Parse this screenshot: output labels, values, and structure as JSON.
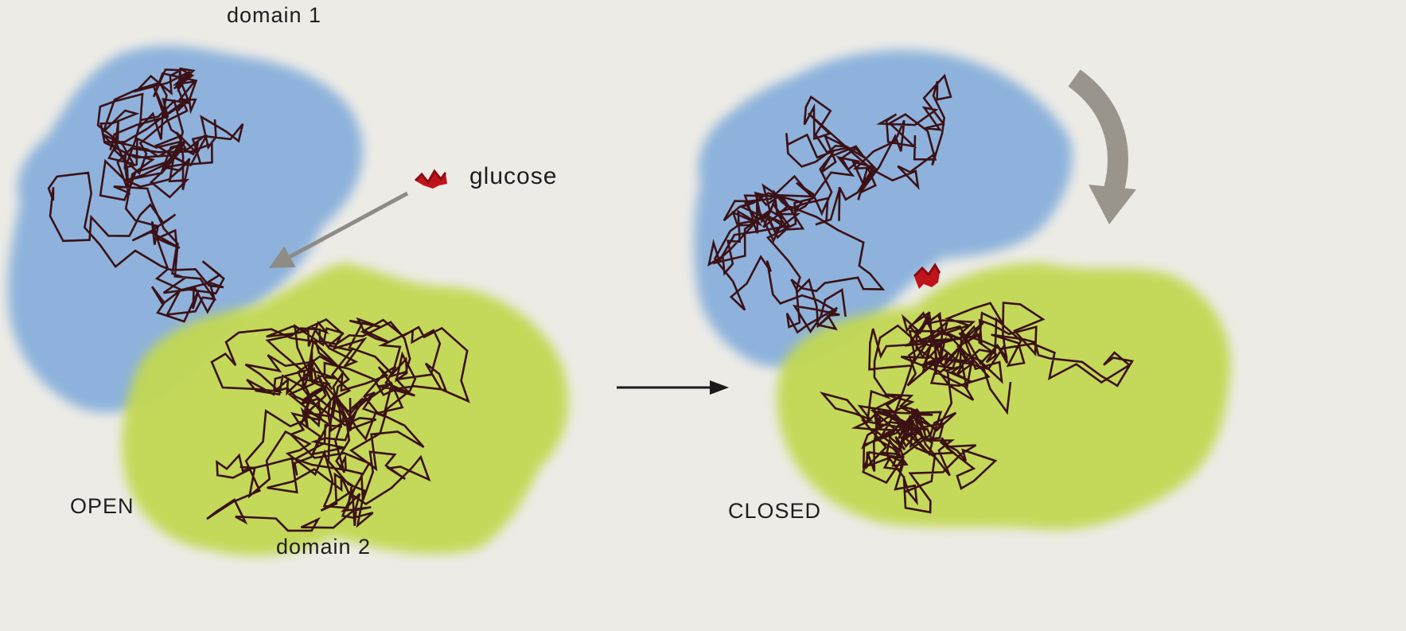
{
  "labels": {
    "domain1": "domain 1",
    "domain2": "domain 2",
    "glucose": "glucose",
    "open": "OPEN",
    "closed": "CLOSED"
  },
  "colors": {
    "background": "#ecebe6",
    "domain1_fill": "#8fb6e0",
    "domain2_fill": "#c8dd55",
    "backbone": "#3b1116",
    "glucose": "#c0141b",
    "binding_arrow": "#8d8c86",
    "closing_arrow": "#9a958c",
    "transition_arrow": "#1a1a1a"
  },
  "icons": {
    "glucose_molecule": "glucose-molecule-icon",
    "binding_arrow": "arrow-icon",
    "closing_arrow": "curved-arrow-icon",
    "transition_arrow": "right-arrow-icon"
  }
}
